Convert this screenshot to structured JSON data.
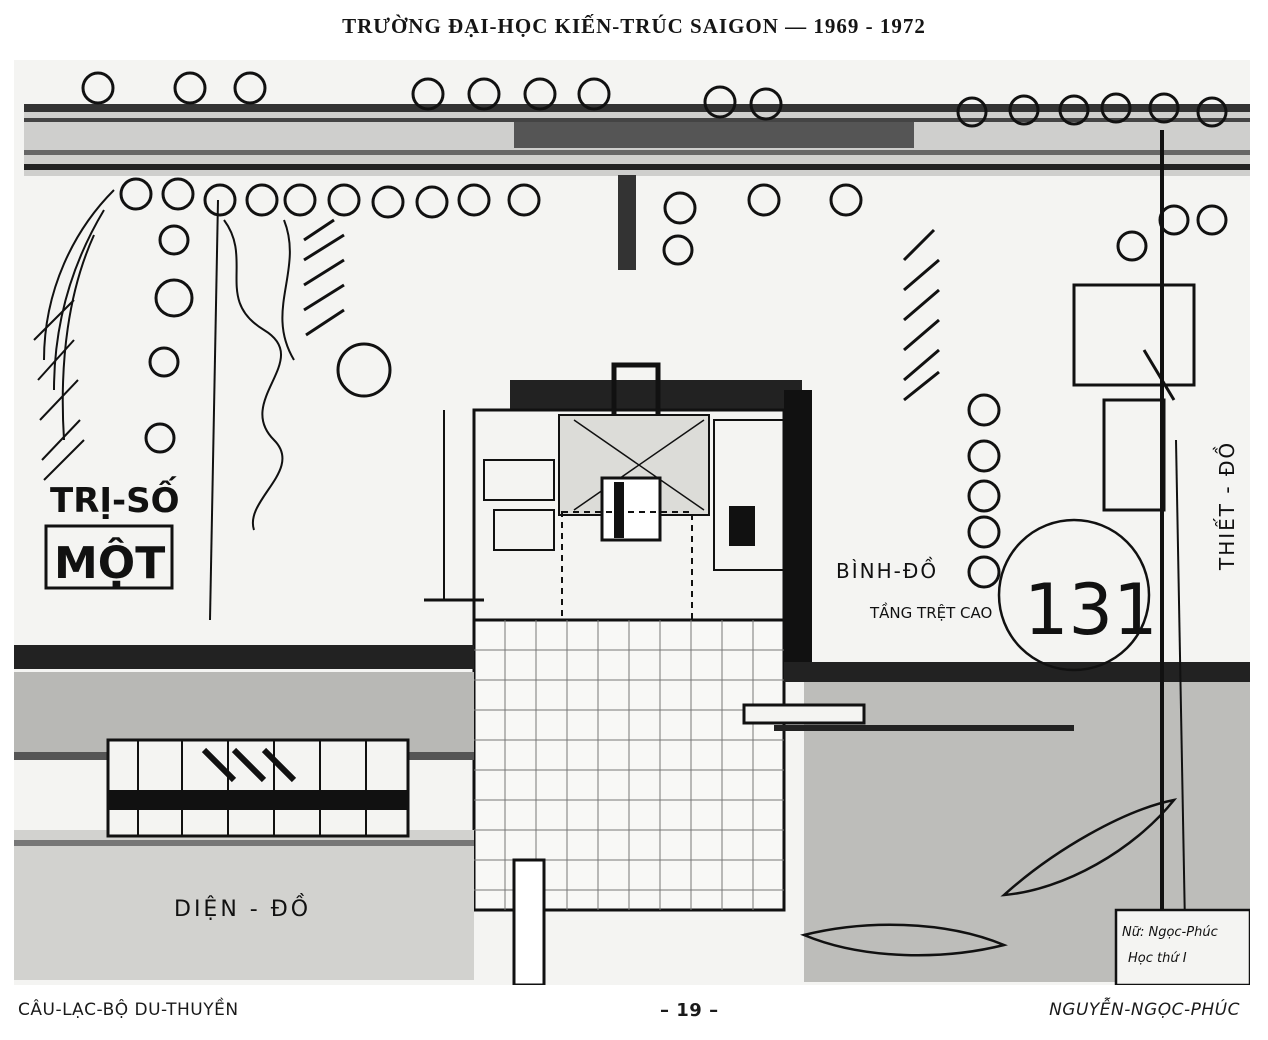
{
  "header": {
    "title": "TRƯỜNG ĐẠI-HỌC KIẾN-TRÚC SAIGON — 1969 - 1972"
  },
  "drawing": {
    "label_tri_so": "TRỊ-SỐ",
    "label_mot": "MỘT",
    "label_binh_do": "BÌNH-ĐỒ",
    "label_tang_tret": "TẦNG TRỆT CAO",
    "score": "131",
    "label_dien_do": "DIỆN - ĐỒ",
    "label_thiet_do": "THIẾT - ĐỒ",
    "signature_note_line1": "Nữ: Ngọc-Phúc",
    "signature_note_line2": "Học thứ I"
  },
  "footer": {
    "project": "CÂU-LẠC-BỘ DU-THUYỀN",
    "page": "– 19 –",
    "author": "NGUYỄN-NGỌC-PHÚC"
  },
  "colors": {
    "ink": "#111111",
    "paper": "#f4f4f2"
  }
}
